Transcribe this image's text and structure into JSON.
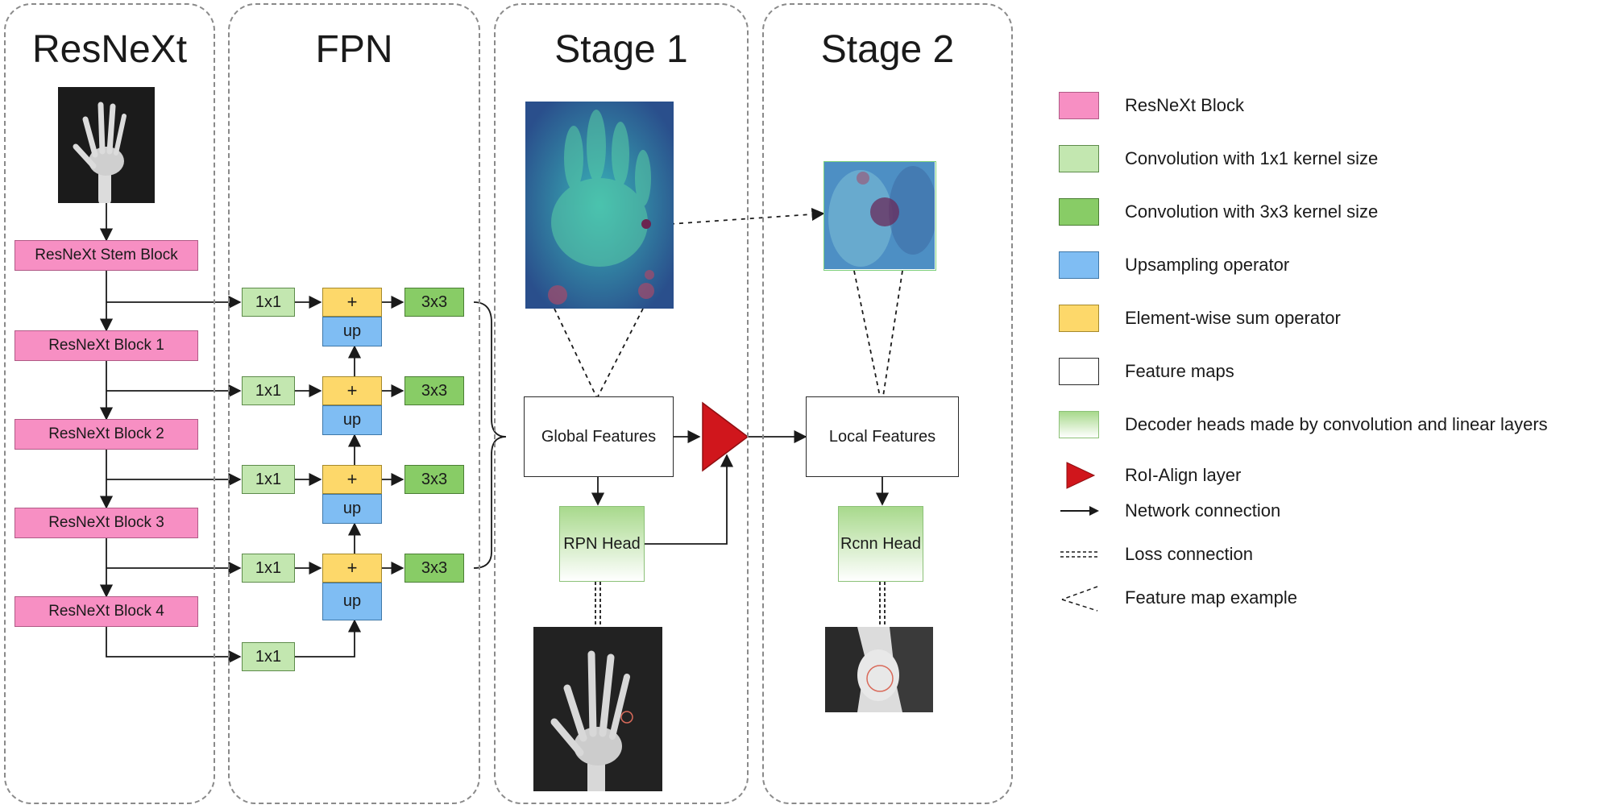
{
  "panels": {
    "resnext": "ResNeXt",
    "fpn": "FPN",
    "stage1": "Stage 1",
    "stage2": "Stage 2"
  },
  "backbone": {
    "stem": "ResNeXt Stem Block",
    "block1": "ResNeXt Block 1",
    "block2": "ResNeXt Block 2",
    "block3": "ResNeXt Block 3",
    "block4": "ResNeXt Block 4"
  },
  "fpn": {
    "conv1x1": "1x1",
    "conv3x3": "3x3",
    "sum": "+",
    "up": "up"
  },
  "stage1": {
    "global_features": "Global Features",
    "rpn_head": "RPN Head"
  },
  "stage2": {
    "local_features": "Local Features",
    "rcnn_head": "Rcnn Head"
  },
  "legend": {
    "resnext_block": "ResNeXt Block",
    "conv1x1": "Convolution with 1x1 kernel size",
    "conv3x3": "Convolution with 3x3 kernel size",
    "upsampling": "Upsampling operator",
    "sum": "Element-wise sum operator",
    "feature_maps": "Feature maps",
    "decoder_heads": "Decoder heads made by convolution and linear layers",
    "roi_align": "RoI-Align layer",
    "network_connection": "Network connection",
    "loss_connection": "Loss connection",
    "feature_map_example": "Feature map example"
  },
  "colors": {
    "resnext_block": "#f78fc3",
    "conv1x1": "#c3e7b0",
    "conv3x3": "#88cc66",
    "upsampling": "#7fbdf3",
    "sum": "#fdd86a",
    "roi_align": "#d0161c"
  }
}
